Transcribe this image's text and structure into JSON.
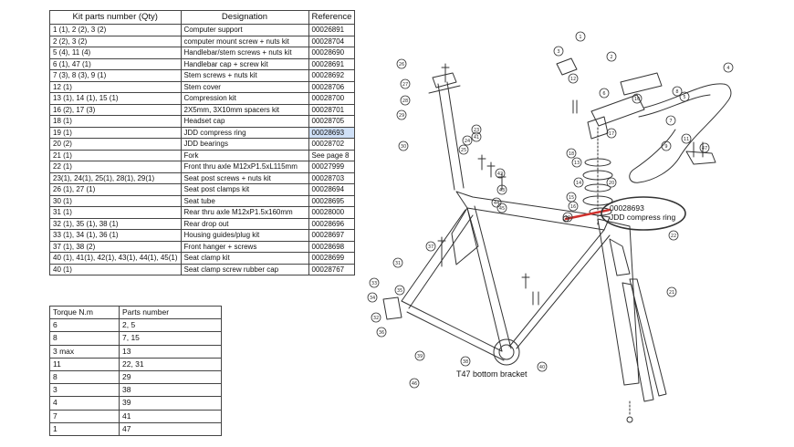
{
  "kit_table": {
    "headers": [
      "Kit parts number (Qty)",
      "Designation",
      "Reference"
    ],
    "rows": [
      [
        "1 (1), 2 (2), 3 (2)",
        "Computer support",
        "00026891"
      ],
      [
        "2 (2), 3 (2)",
        "computer mount screw + nuts kit",
        "00028704"
      ],
      [
        "5 (4), 11 (4)",
        "Handlebar/stem screws + nuts kit",
        "00028690"
      ],
      [
        "6 (1), 47 (1)",
        "Handlebar cap + screw kit",
        "00028691"
      ],
      [
        "7 (3), 8 (3), 9 (1)",
        "Stem screws + nuts kit",
        "00028692"
      ],
      [
        "12 (1)",
        "Stem cover",
        "00028706"
      ],
      [
        "13 (1), 14 (1), 15 (1)",
        "Compression kit",
        "00028700"
      ],
      [
        "16 (2), 17 (3)",
        "2X5mm, 3X10mm spacers kit",
        "00028701"
      ],
      [
        "18 (1)",
        "Headset cap",
        "00028705"
      ],
      [
        "19 (1)",
        "JDD compress ring",
        "00028693"
      ],
      [
        "20 (2)",
        "JDD bearings",
        "00028702"
      ],
      [
        "21 (1)",
        "Fork",
        "See page 8"
      ],
      [
        "22 (1)",
        "Front thru axle M12xP1.5xL115mm",
        "00027999"
      ],
      [
        "23(1), 24(1), 25(1), 28(1), 29(1)",
        "Seat post screws + nuts kit",
        "00028703"
      ],
      [
        "26 (1), 27 (1)",
        "Seat post clamps kit",
        "00028694"
      ],
      [
        "30 (1)",
        "Seat tube",
        "00028695"
      ],
      [
        "31 (1)",
        "Rear thru axle M12xP1.5x160mm",
        "00028000"
      ],
      [
        "32 (1), 35 (1), 38 (1)",
        "Rear drop out",
        "00028696"
      ],
      [
        "33 (1), 34 (1), 36 (1)",
        "Housing guides/plug kit",
        "00028697"
      ],
      [
        "37 (1), 38 (2)",
        "Front hanger + screws",
        "00028698"
      ],
      [
        "40 (1), 41(1), 42(1), 43(1), 44(1), 45(1)",
        "Seat clamp kit",
        "00028699"
      ],
      [
        "40 (1)",
        "Seat clamp screw rubber cap",
        "00028767"
      ]
    ]
  },
  "torque_table": {
    "headers": [
      "Torque N.m",
      "Parts number"
    ],
    "rows": [
      [
        "6",
        "2, 5"
      ],
      [
        "8",
        "7, 15"
      ],
      [
        "3 max",
        "13"
      ],
      [
        "11",
        "22, 31"
      ],
      [
        "8",
        "29"
      ],
      [
        "3",
        "38"
      ],
      [
        "4",
        "39"
      ],
      [
        "7",
        "41"
      ],
      [
        "1",
        "47"
      ]
    ]
  },
  "diagram": {
    "callout_ref": "00028693",
    "callout_name": "JDD compress ring",
    "bottom_bracket_label": "T47 bottom bracket",
    "part_numbers": [
      "1",
      "2",
      "3",
      "4",
      "5",
      "6",
      "7",
      "8",
      "9",
      "10",
      "11",
      "12",
      "13",
      "14",
      "15",
      "16",
      "17",
      "18",
      "19",
      "20",
      "21",
      "22",
      "23",
      "24",
      "25",
      "26",
      "27",
      "28",
      "29",
      "30",
      "31",
      "32",
      "33",
      "34",
      "35",
      "36",
      "37",
      "38",
      "39",
      "40",
      "41",
      "42",
      "43",
      "44",
      "45",
      "46",
      "47"
    ],
    "line_color": "#333333",
    "callout_color": "#d0312d",
    "highlight_color": "#cfe0f7"
  }
}
